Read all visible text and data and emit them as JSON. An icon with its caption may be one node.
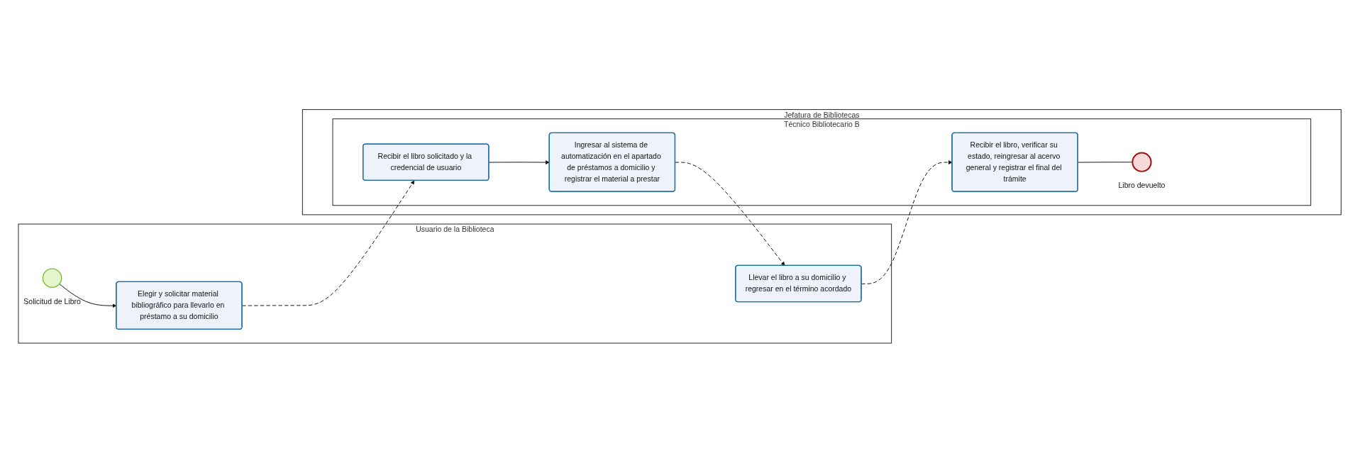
{
  "diagram": {
    "nodes": [
      {
        "text": [
          "Usuario de la Biblioteca"
        ]
      },
      {
        "text": [],
        "shape": "circle",
        "in": 0,
        "beside": [
          "Solicitud de Libro"
        ]
      },
      {
        "text": [
          "Elegir y solicitar material bibliográfico para llevarlo en préstamo a su domicilio"
        ],
        "in": 0
      },
      {
        "text": [
          "Llevar el libro a su domicilio y regresar en el término acordado"
        ],
        "in": 0
      },
      {
        "text": [
          "Jefatura de Bibliotecas"
        ]
      },
      {
        "text": [
          "Técnico Bibliotecario B"
        ],
        "in": 4
      },
      {
        "text": [
          "Recibir el libro solicitado y la credencial de usuario"
        ],
        "in": 5
      },
      {
        "text": [
          "Ingresar al sistema de automatización en el apartado de préstamos a domicilio y registrar el material a prestar"
        ],
        "in": 5
      },
      {
        "text": [
          "Recibir el libro, verificar su estado, reingresar al acervo general y registrar el final del trámite"
        ],
        "in": 5
      },
      {
        "text": [],
        "shape": "circle",
        "in": 5,
        "beside": [
          "Libro devuelto"
        ]
      }
    ],
    "edges": [
      {
        "from": 1,
        "to": 2,
        "arrow": "to"
      },
      {
        "from": 2,
        "to": 6,
        "arrow": "to",
        "style": "dashed"
      },
      {
        "from": 6,
        "to": 7,
        "arrow": "to"
      },
      {
        "from": 7,
        "to": 3,
        "arrow": "to",
        "style": "dashed"
      },
      {
        "from": 3,
        "to": 8,
        "arrow": "to",
        "style": "dashed"
      },
      {
        "from": 8,
        "to": 9,
        "arrow": "to"
      }
    ]
  }
}
